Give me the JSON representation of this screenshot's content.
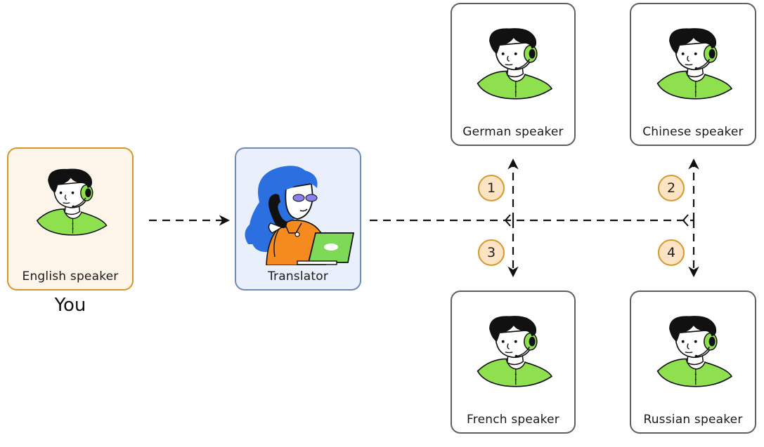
{
  "you_label": "You",
  "nodes": {
    "english": "English speaker",
    "translator": "Translator",
    "german": "German speaker",
    "chinese": "Chinese speaker",
    "french": "French speaker",
    "russian": "Russian speaker"
  },
  "steps": [
    "1",
    "2",
    "3",
    "4"
  ],
  "colors": {
    "speaker_shirt": "#8fe04e",
    "english_border": "#d39a2b",
    "english_fill": "#fdf4ea",
    "translator_border": "#6f8ab8",
    "translator_fill": "#e9f0fb",
    "badge_fill": "#fbe3c4",
    "badge_border": "#d39a2b"
  }
}
